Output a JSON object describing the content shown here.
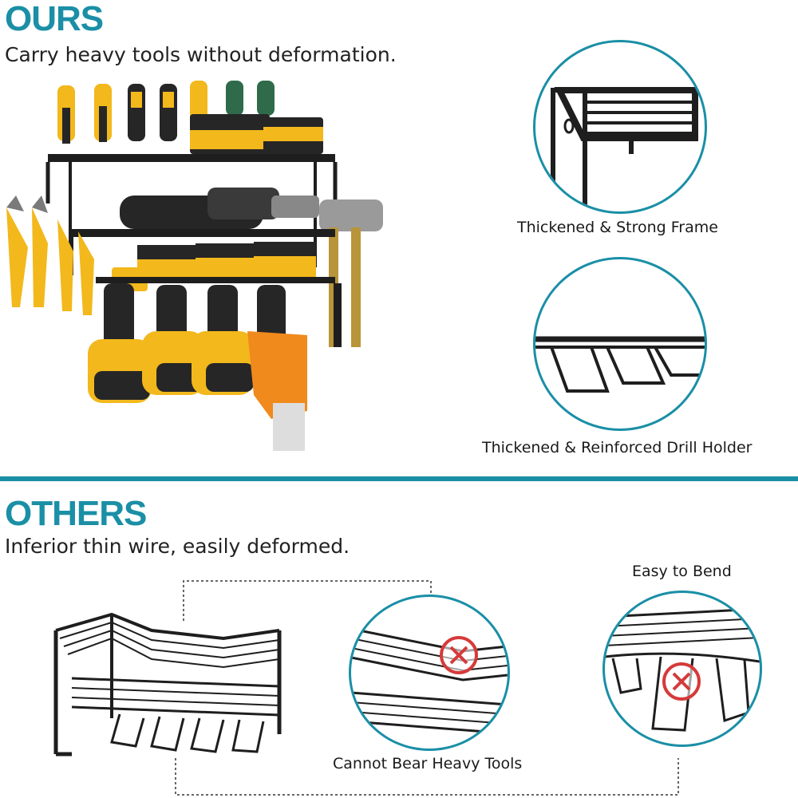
{
  "colors": {
    "accent": "#1a8fa6",
    "rack": "#1e1e1e",
    "tool_yellow": "#f2b81c",
    "tool_black": "#262626",
    "warning_red": "#d63a3a"
  },
  "ours": {
    "heading": "OURS",
    "subtitle": "Carry heavy tools without deformation.",
    "callouts": [
      {
        "label": "Thickened & Strong Frame",
        "icon": "frame-closeup"
      },
      {
        "label": "Thickened & Reinforced Drill Holder",
        "icon": "drill-holder-closeup"
      }
    ]
  },
  "others": {
    "heading": "OTHERS",
    "subtitle": "Inferior thin wire, easily deformed.",
    "callouts": [
      {
        "label": "Cannot Bear Heavy Tools",
        "icon": "x-mark-icon"
      },
      {
        "label": "Easy to Bend",
        "icon": "x-mark-icon"
      }
    ]
  }
}
